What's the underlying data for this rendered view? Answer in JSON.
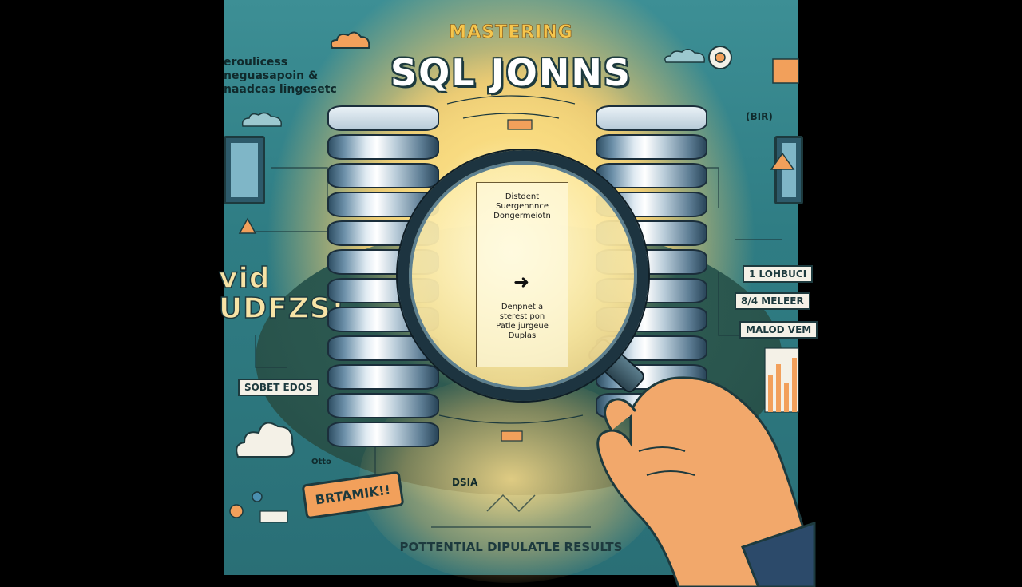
{
  "poster": {
    "title_small": "MASTERING",
    "title_big": "SQL JONNS",
    "side_text_lines": [
      "eroulicess",
      "neguasapoin &",
      "naadcas lingesetc"
    ],
    "stencil_lines": [
      "vid",
      "UDFZS!"
    ],
    "tag_left": "SOBET EDOS",
    "stamp": "BRTAMIK!!",
    "bottom_caption": "POTTENTIAL DIPULATLE RESULTS",
    "tag_right": [
      "1 LOHBUCI",
      "8/4 MELEER",
      "MALOD VEM"
    ],
    "top_right_mark": "(BIR)",
    "small_label_bottom": "Otto",
    "small_label_mid": "DSIA",
    "lens_top_lines": [
      "Distdent",
      "Suergennnce",
      "Dongermeiotn"
    ],
    "lens_bottom_lines": [
      "Denpnet a",
      "sterest pon",
      "Patle jurgeue",
      "Duplas"
    ],
    "lens_arrow": "➜"
  },
  "colors": {
    "teal": "#2f7d84",
    "glow": "#fff6b8",
    "accent_orange": "#f2a05b",
    "title_yellow": "#f5c64d"
  }
}
